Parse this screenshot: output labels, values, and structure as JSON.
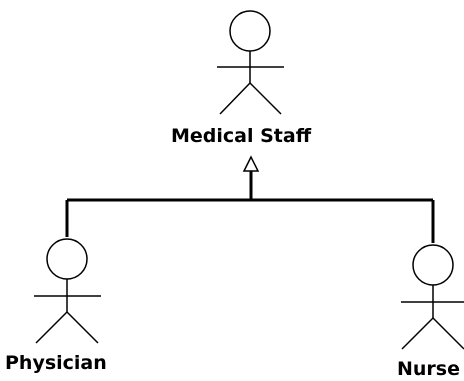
{
  "diagram": {
    "actors": [
      {
        "id": "medical-staff",
        "label": "Medical Staff"
      },
      {
        "id": "physician",
        "label": "Physician"
      },
      {
        "id": "nurse",
        "label": "Nurse"
      }
    ],
    "relationship": "generalization"
  }
}
